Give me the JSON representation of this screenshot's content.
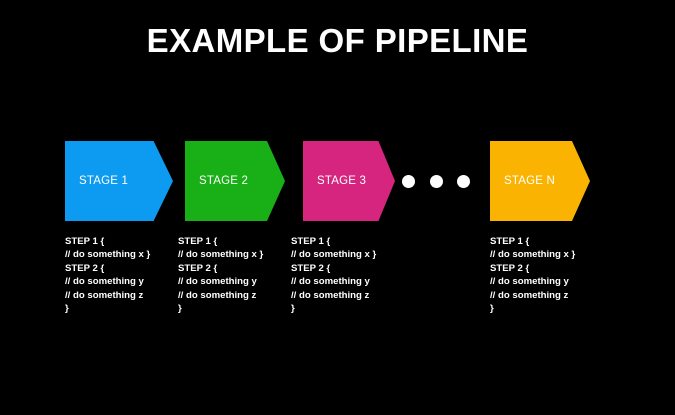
{
  "slide": {
    "background_color": "#000000",
    "title": "EXAMPLE OF PIPELINE",
    "title_color": "#ffffff"
  },
  "pipeline": {
    "ellipsis_dot_color": "#ffffff",
    "ellipsis_dot_count": 3,
    "stages": [
      {
        "label": "STAGE 1",
        "color": "#0d9bf2",
        "label_color": "#ffffff"
      },
      {
        "label": "STAGE 2",
        "color": "#19af16",
        "label_color": "#ffffff"
      },
      {
        "label": "STAGE 3",
        "color": "#d5257e",
        "label_color": "#ffffff"
      },
      {
        "label": "STAGE N",
        "color": "#f9b300",
        "label_color": "#ffffff"
      }
    ]
  },
  "code_blocks": [
    {
      "lines": [
        "STEP 1 {",
        "// do something x }",
        "STEP 2 {",
        "// do something y",
        "// do something z",
        "}"
      ]
    },
    {
      "lines": [
        "STEP 1 {",
        "// do something x }",
        "STEP 2 {",
        "// do something y",
        "// do something z",
        "}"
      ]
    },
    {
      "lines": [
        "STEP 1 {",
        "// do something x }",
        "STEP 2 {",
        "// do something y",
        "// do something z",
        "}"
      ]
    },
    {
      "lines": [
        "STEP 1 {",
        "// do something x }",
        "STEP 2 {",
        "// do something y",
        "// do something z",
        "}"
      ]
    }
  ]
}
